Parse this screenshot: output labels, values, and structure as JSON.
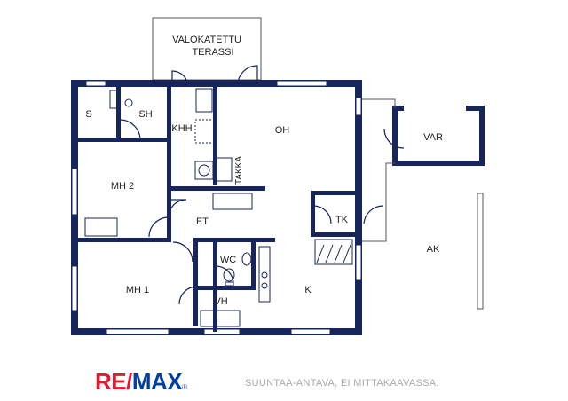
{
  "rooms": {
    "terrace": [
      "VALOKATETTU",
      "TERASSI"
    ],
    "s": "S",
    "sh": "SH",
    "khh": "KHH",
    "oh": "OH",
    "takka": "TAKKA",
    "var": "VAR",
    "mh2": "MH 2",
    "et": "ET",
    "tk": "TK",
    "ak": "AK",
    "wc": "WC",
    "mh1": "MH 1",
    "k": "K",
    "vh": "VH"
  },
  "logo": {
    "part1": "RE",
    "slash": "/",
    "part2": "MAX",
    "registered": "®"
  },
  "disclaimer": "SUUNTAA-ANTAVA, EI MITTAKAAVASSA.",
  "colors": {
    "wall": "#16255c",
    "brand_red": "#dc1c2e",
    "brand_blue": "#003da5",
    "disclaimer": "#a9a9a9"
  }
}
